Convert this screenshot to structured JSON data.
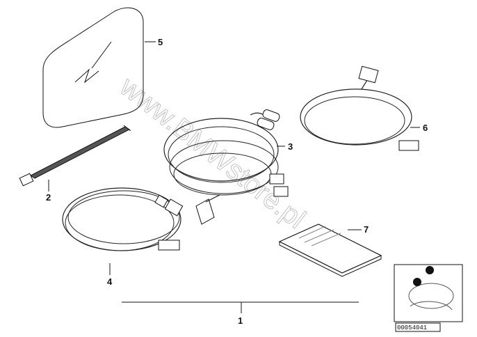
{
  "watermark": "www.BMWstore.pl",
  "diagram_code": "00054041",
  "callouts": [
    {
      "id": "1",
      "label": "1"
    },
    {
      "id": "2",
      "label": "2"
    },
    {
      "id": "3",
      "label": "3"
    },
    {
      "id": "4",
      "label": "4"
    },
    {
      "id": "5",
      "label": "5"
    },
    {
      "id": "6",
      "label": "6"
    },
    {
      "id": "7",
      "label": "7"
    }
  ]
}
